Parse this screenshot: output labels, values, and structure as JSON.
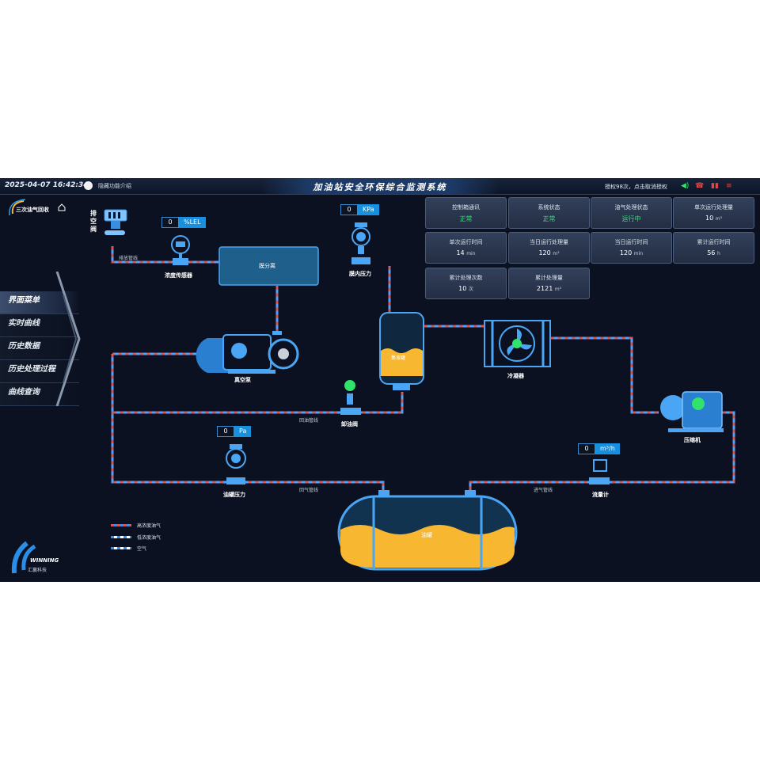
{
  "header": {
    "datetime": "2025-04-07 16:42:34",
    "help_label": "隐藏功能介绍",
    "title": "加油站安全环保综合监测系统",
    "license_text": "授权98次，点击取消授权"
  },
  "app_logo_label": "三次油气回收",
  "menu": {
    "items": [
      {
        "label": "界面菜单"
      },
      {
        "label": "实时曲线"
      },
      {
        "label": "历史数据"
      },
      {
        "label": "历史处理过程"
      },
      {
        "label": "曲线查询"
      }
    ]
  },
  "status_cards": [
    {
      "label": "控制箱通讯",
      "value": "正常",
      "unit": ""
    },
    {
      "label": "系统状态",
      "value": "正常",
      "unit": ""
    },
    {
      "label": "油气处理状态",
      "value": "运行中",
      "unit": ""
    },
    {
      "label": "单次运行处理量",
      "value": "10",
      "unit": "m³"
    },
    {
      "label": "单次运行时间",
      "value": "14",
      "unit": "min"
    },
    {
      "label": "当日运行处理量",
      "value": "120",
      "unit": "m³"
    },
    {
      "label": "当日运行时间",
      "value": "120",
      "unit": "min"
    },
    {
      "label": "累计运行时间",
      "value": "56",
      "unit": "h"
    },
    {
      "label": "累计处理次数",
      "value": "10",
      "unit": "次"
    },
    {
      "label": "累计处理量",
      "value": "2121",
      "unit": "m³"
    }
  ],
  "components": {
    "vent_valve": "排空阀",
    "vent_pipe": "排放管线",
    "concentration_sensor": "浓度传感器",
    "membrane": "膜分离",
    "membrane_pressure": "膜内压力",
    "vacuum_pump": "真空泵",
    "collector": "集液罐",
    "condenser": "冷凝器",
    "compressor": "压缩机",
    "return_pipe": "回油管线",
    "unload_valve": "卸油阀",
    "tank_pressure": "油罐压力",
    "vapor_return_pipe": "回气管线",
    "inlet_pipe": "进气管线",
    "flowmeter": "流量计",
    "tank": "油罐"
  },
  "readouts": {
    "concentration": {
      "value": "0",
      "unit": "%LEL"
    },
    "membrane_pressure": {
      "value": "0",
      "unit": "KPa"
    },
    "tank_pressure": {
      "value": "0",
      "unit": "Pa"
    },
    "flow": {
      "value": "0",
      "unit": "m³/h"
    }
  },
  "legend": [
    {
      "label": "高浓度油气",
      "color": "#d9534f"
    },
    {
      "label": "低浓度油气",
      "color": "#4da3ff"
    },
    {
      "label": "空气",
      "color": "#ffffff"
    }
  ],
  "company": {
    "name": "WINNING",
    "cn_name": "汇赢科技"
  },
  "colors": {
    "accent": "#1790e0",
    "ok": "#2fe36b",
    "pipe_blue": "#3c8fe8",
    "pipe_red": "#d9534f",
    "oil": "#f7b731"
  }
}
